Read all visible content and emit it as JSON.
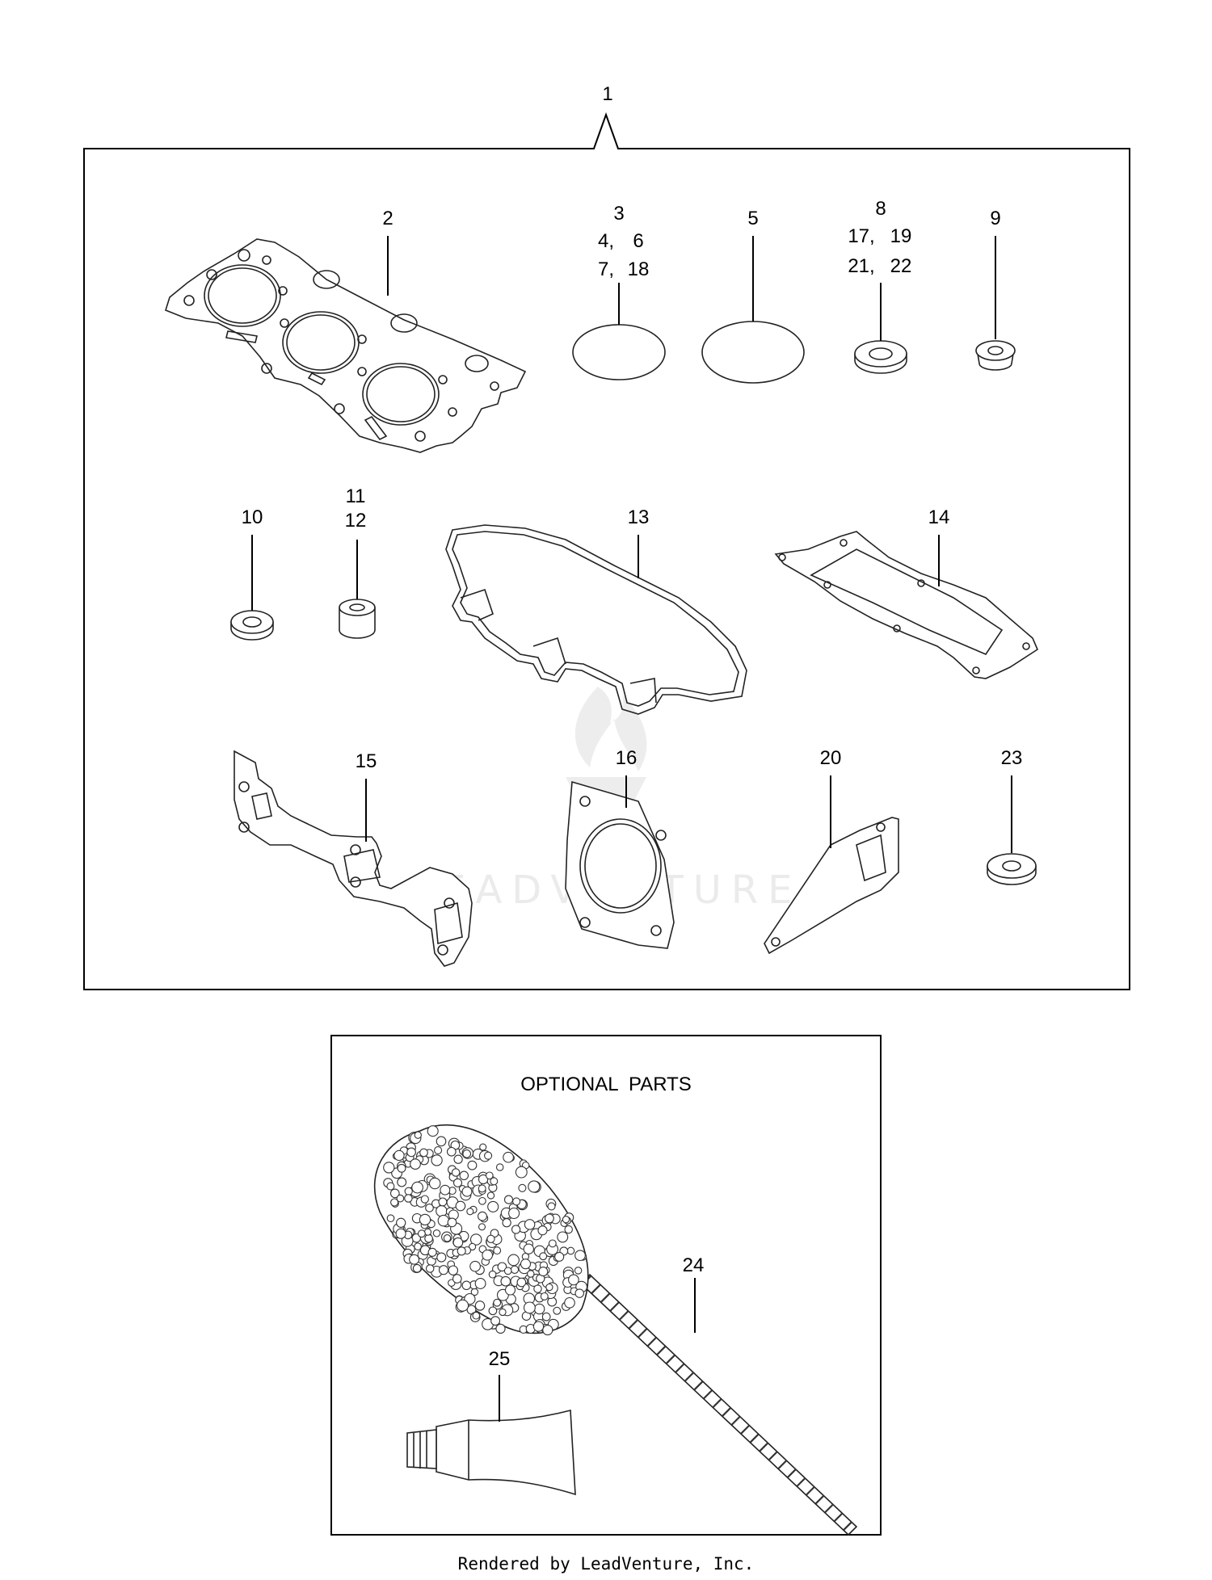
{
  "labels": {
    "kit": "1",
    "l2": "2",
    "l3": "3",
    "l4": "4,",
    "l6": "6",
    "l7": "7,",
    "l18": "18",
    "l5": "5",
    "l8": "8",
    "l17": "17,",
    "l19": "19",
    "l21": "21,",
    "l22": "22",
    "l9": "9",
    "l10": "10",
    "l11": "11",
    "l12": "12",
    "l13": "13",
    "l14": "14",
    "l15": "15",
    "l16": "16",
    "l20": "20",
    "l23": "23",
    "l24": "24",
    "l25": "25"
  },
  "optional_title": "OPTIONAL  PARTS",
  "footer": "Rendered by LeadVenture, Inc.",
  "watermark": "LEADVENTURE",
  "colors": {
    "line": "#000000",
    "watermark": "#e6e6e6"
  }
}
